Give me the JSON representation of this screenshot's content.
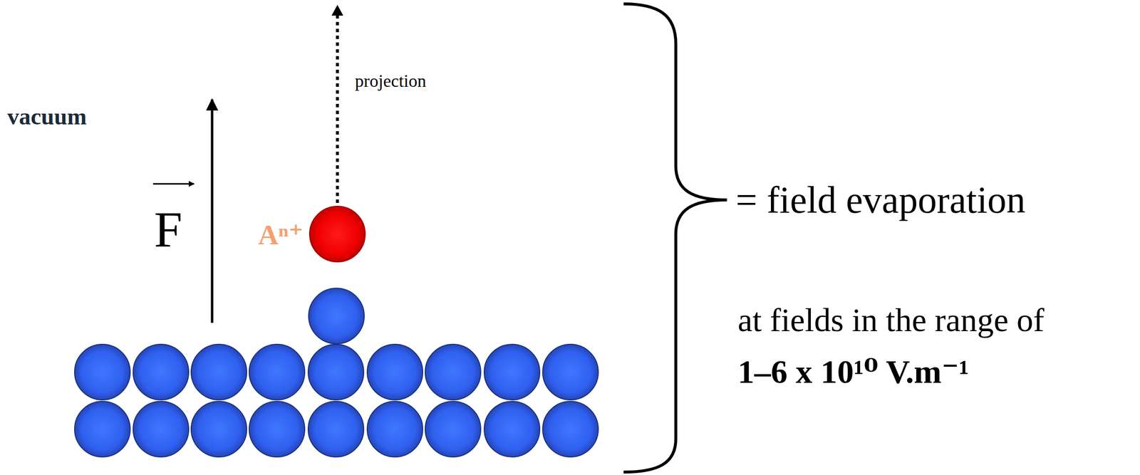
{
  "diagram": {
    "labels": [
      "vacuum",
      "projection",
      "F",
      "Aⁿ⁺",
      "= field evaporation",
      "at fields in the range of",
      "1–6 x 10¹⁰ V.m⁻¹"
    ]
  }
}
